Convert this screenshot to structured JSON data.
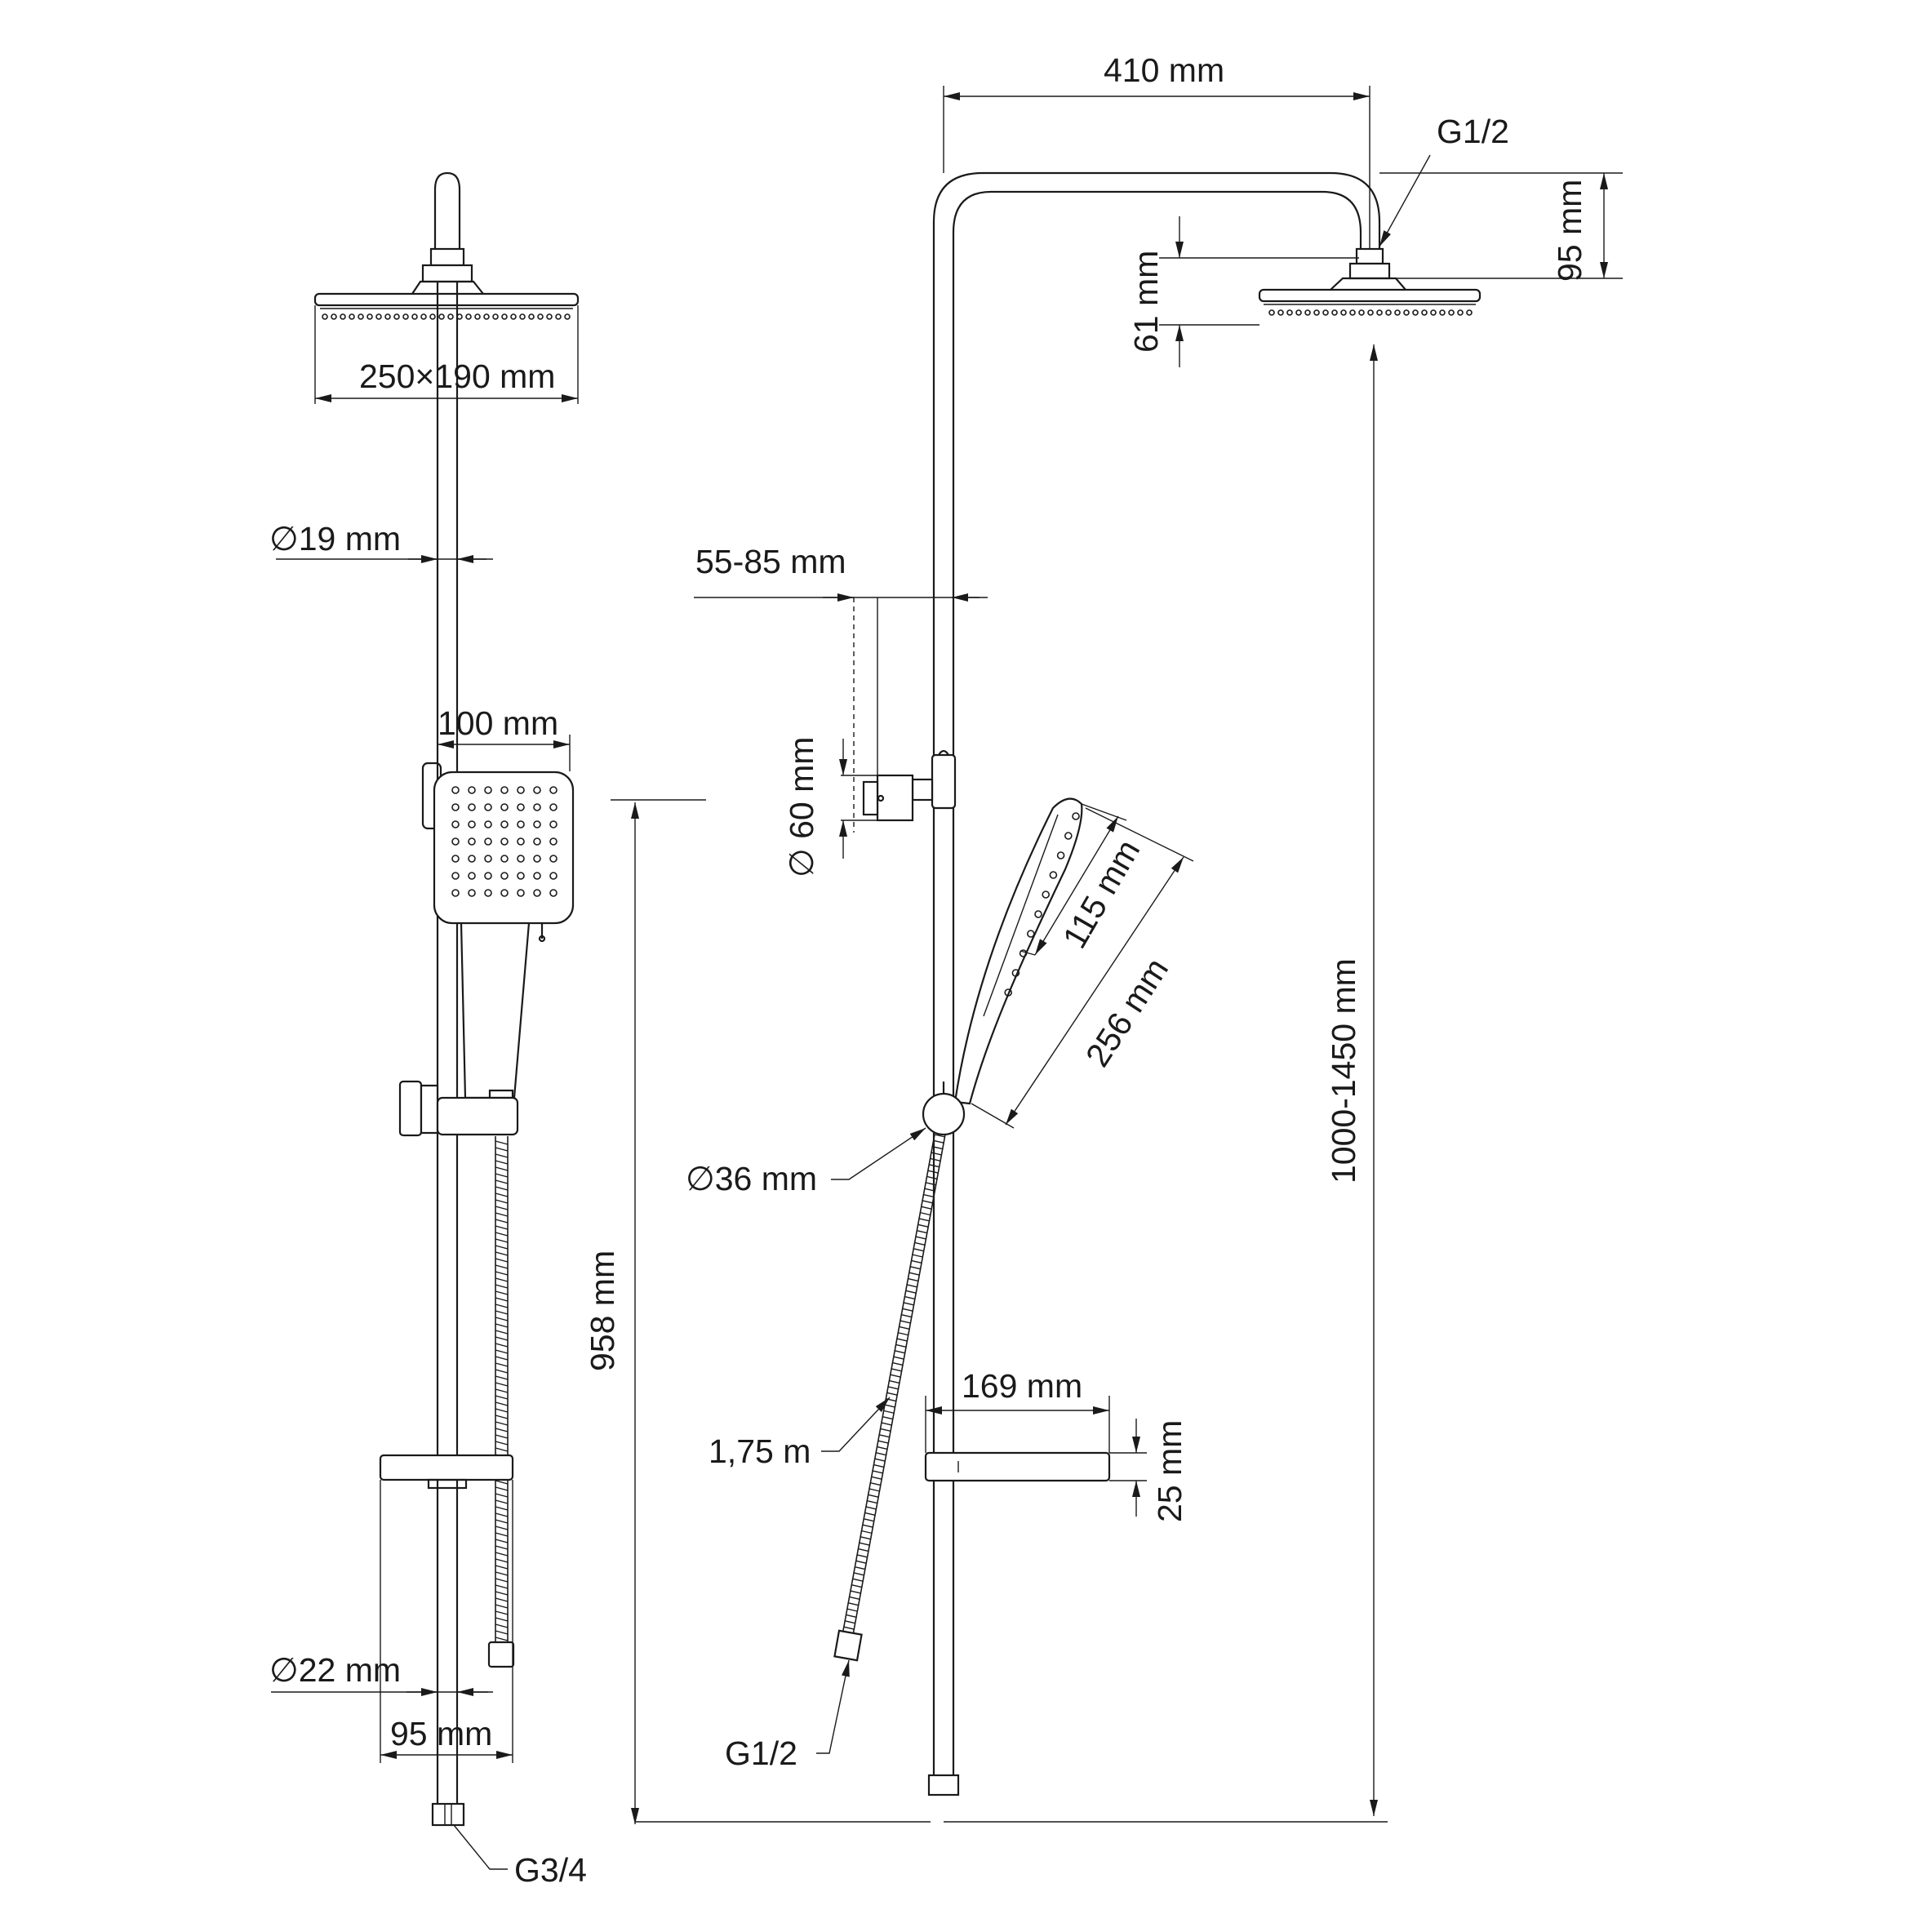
{
  "labels": {
    "head_width": "410 mm",
    "head_thread": "G1/2",
    "head_offset_95": "95 mm",
    "head_height_61": "61 mm",
    "rain_size": "250×190 mm",
    "rod_d19": "∅19 mm",
    "wall_distance": "55-85 mm",
    "holder_d60": "∅ 60 mm",
    "hand_width": "100 mm",
    "hand_face": "115 mm",
    "hand_length": "256 mm",
    "height_range": "1000-1450 mm",
    "mixer_d36": "∅36 mm",
    "height_958": "958 mm",
    "shelf_depth": "169 mm",
    "hose_length": "1,75 m",
    "shelf_thick": "25 mm",
    "rod_d22": "∅22 mm",
    "hose_thread": "G1/2",
    "shelf_95": "95 mm",
    "inlet_thread": "G3/4"
  }
}
